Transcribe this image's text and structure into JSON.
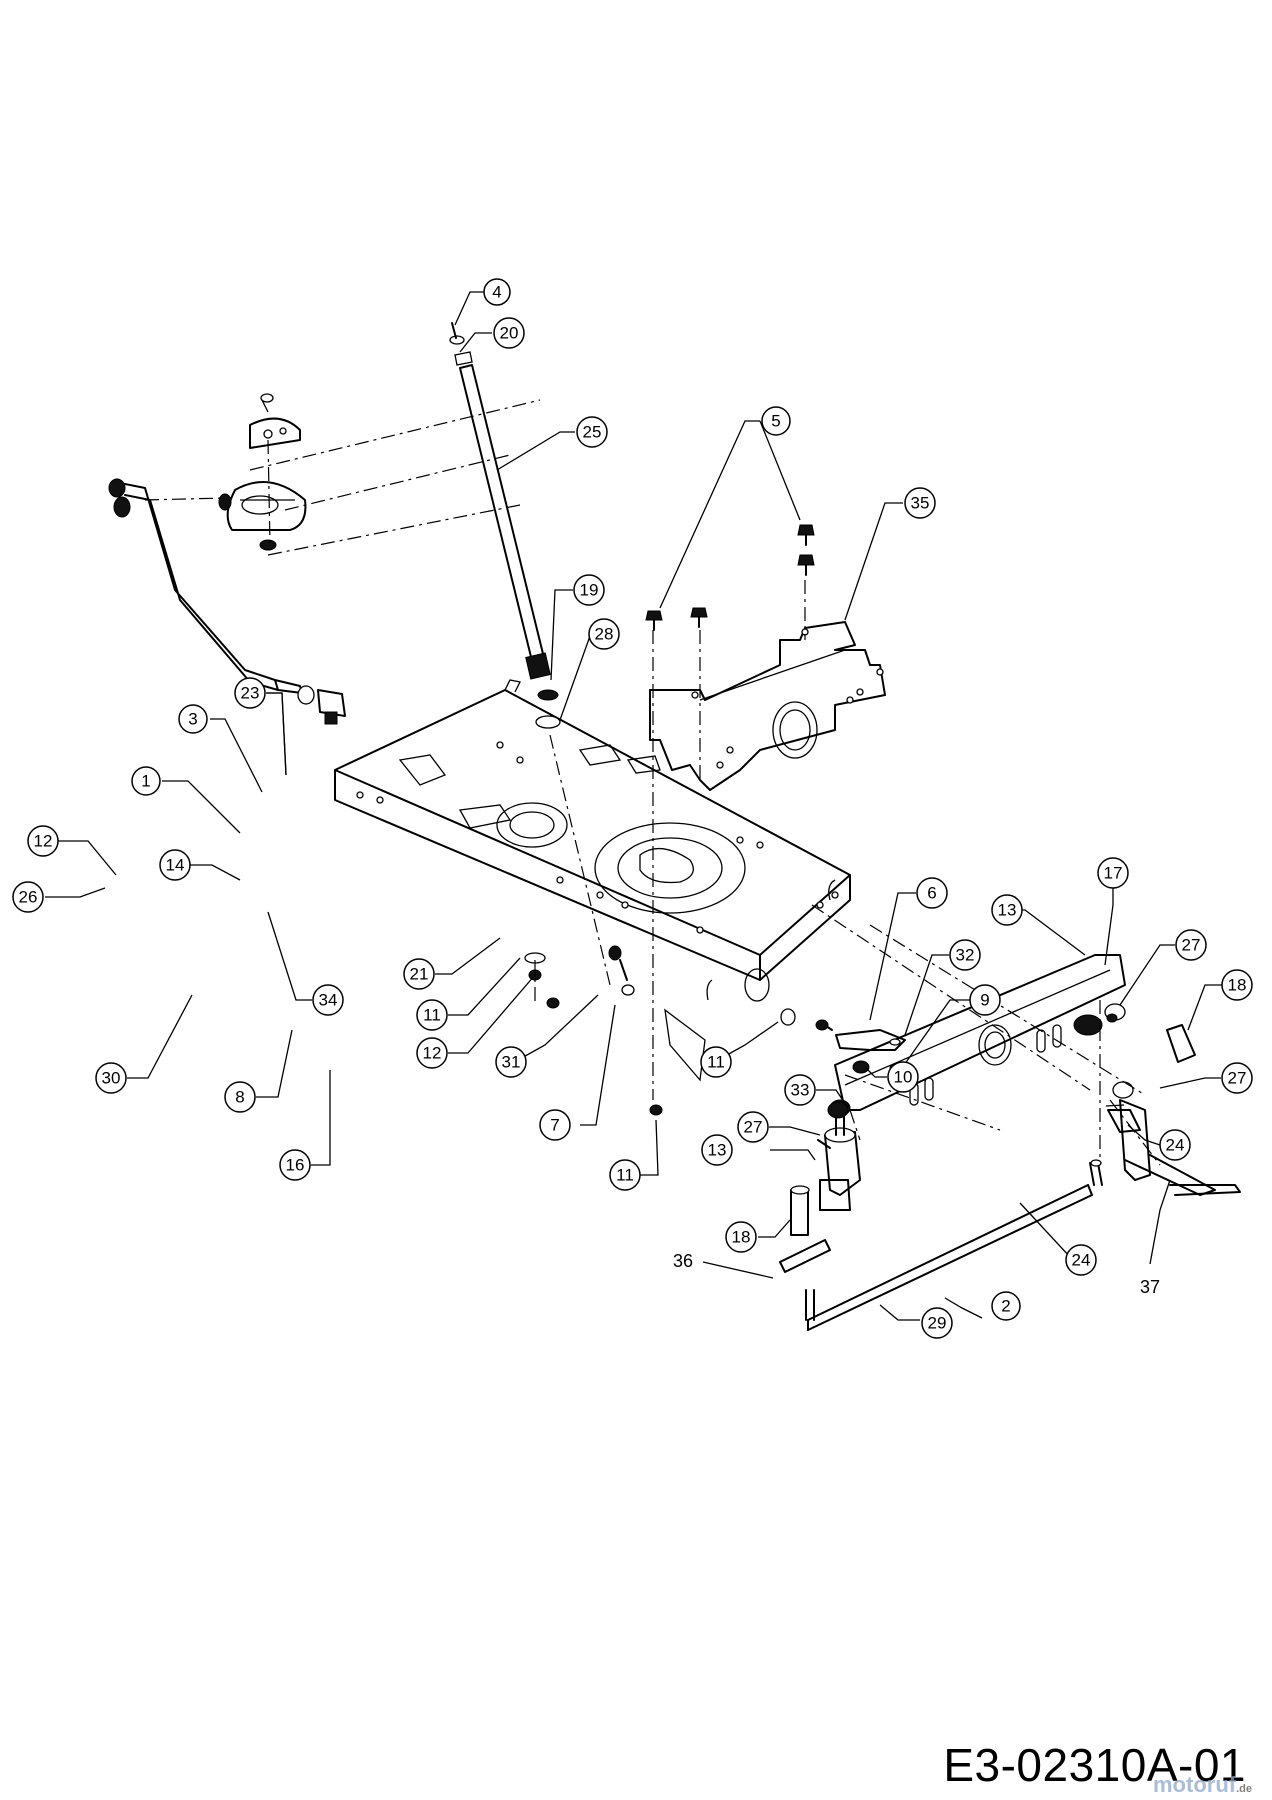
{
  "diagram_code": "E3-02310A-01",
  "watermark": {
    "brand": "motoruf",
    "suffix": ".de"
  },
  "callouts": [
    {
      "id": "c4",
      "label": "4",
      "kind": "circle"
    },
    {
      "id": "c20",
      "label": "20",
      "kind": "circle"
    },
    {
      "id": "c25",
      "label": "25",
      "kind": "circle"
    },
    {
      "id": "c5",
      "label": "5",
      "kind": "circle"
    },
    {
      "id": "c35",
      "label": "35",
      "kind": "circle"
    },
    {
      "id": "c19",
      "label": "19",
      "kind": "circle"
    },
    {
      "id": "c28",
      "label": "28",
      "kind": "circle"
    },
    {
      "id": "c23",
      "label": "23",
      "kind": "circle"
    },
    {
      "id": "c3",
      "label": "3",
      "kind": "circle"
    },
    {
      "id": "c1",
      "label": "1",
      "kind": "circle"
    },
    {
      "id": "c12a",
      "label": "12",
      "kind": "circle"
    },
    {
      "id": "c14",
      "label": "14",
      "kind": "circle"
    },
    {
      "id": "c26",
      "label": "26",
      "kind": "circle"
    },
    {
      "id": "c34",
      "label": "34",
      "kind": "circle"
    },
    {
      "id": "c21",
      "label": "21",
      "kind": "circle"
    },
    {
      "id": "c11a",
      "label": "11",
      "kind": "circle"
    },
    {
      "id": "c12b",
      "label": "12",
      "kind": "circle"
    },
    {
      "id": "c31",
      "label": "31",
      "kind": "circle"
    },
    {
      "id": "c7",
      "label": "7",
      "kind": "circle"
    },
    {
      "id": "c11b",
      "label": "11",
      "kind": "circle"
    },
    {
      "id": "c11c",
      "label": "11",
      "kind": "circle"
    },
    {
      "id": "c30",
      "label": "30",
      "kind": "circle"
    },
    {
      "id": "c8",
      "label": "8",
      "kind": "circle"
    },
    {
      "id": "c16",
      "label": "16",
      "kind": "circle"
    },
    {
      "id": "c6",
      "label": "6",
      "kind": "circle"
    },
    {
      "id": "c32",
      "label": "32",
      "kind": "circle"
    },
    {
      "id": "c9",
      "label": "9",
      "kind": "circle"
    },
    {
      "id": "c10",
      "label": "10",
      "kind": "circle"
    },
    {
      "id": "c13a",
      "label": "13",
      "kind": "circle"
    },
    {
      "id": "c17",
      "label": "17",
      "kind": "circle"
    },
    {
      "id": "c27a",
      "label": "27",
      "kind": "circle"
    },
    {
      "id": "c18a",
      "label": "18",
      "kind": "circle"
    },
    {
      "id": "c27b",
      "label": "27",
      "kind": "circle"
    },
    {
      "id": "c24a",
      "label": "24",
      "kind": "circle"
    },
    {
      "id": "c33",
      "label": "33",
      "kind": "circle"
    },
    {
      "id": "c27c",
      "label": "27",
      "kind": "circle"
    },
    {
      "id": "c13b",
      "label": "13",
      "kind": "circle"
    },
    {
      "id": "c18b",
      "label": "18",
      "kind": "circle"
    },
    {
      "id": "c24b",
      "label": "24",
      "kind": "circle"
    },
    {
      "id": "c2",
      "label": "2",
      "kind": "circle"
    },
    {
      "id": "c29",
      "label": "29",
      "kind": "circle"
    },
    {
      "id": "c36",
      "label": "36",
      "kind": "plain"
    },
    {
      "id": "c37",
      "label": "37",
      "kind": "plain"
    }
  ]
}
